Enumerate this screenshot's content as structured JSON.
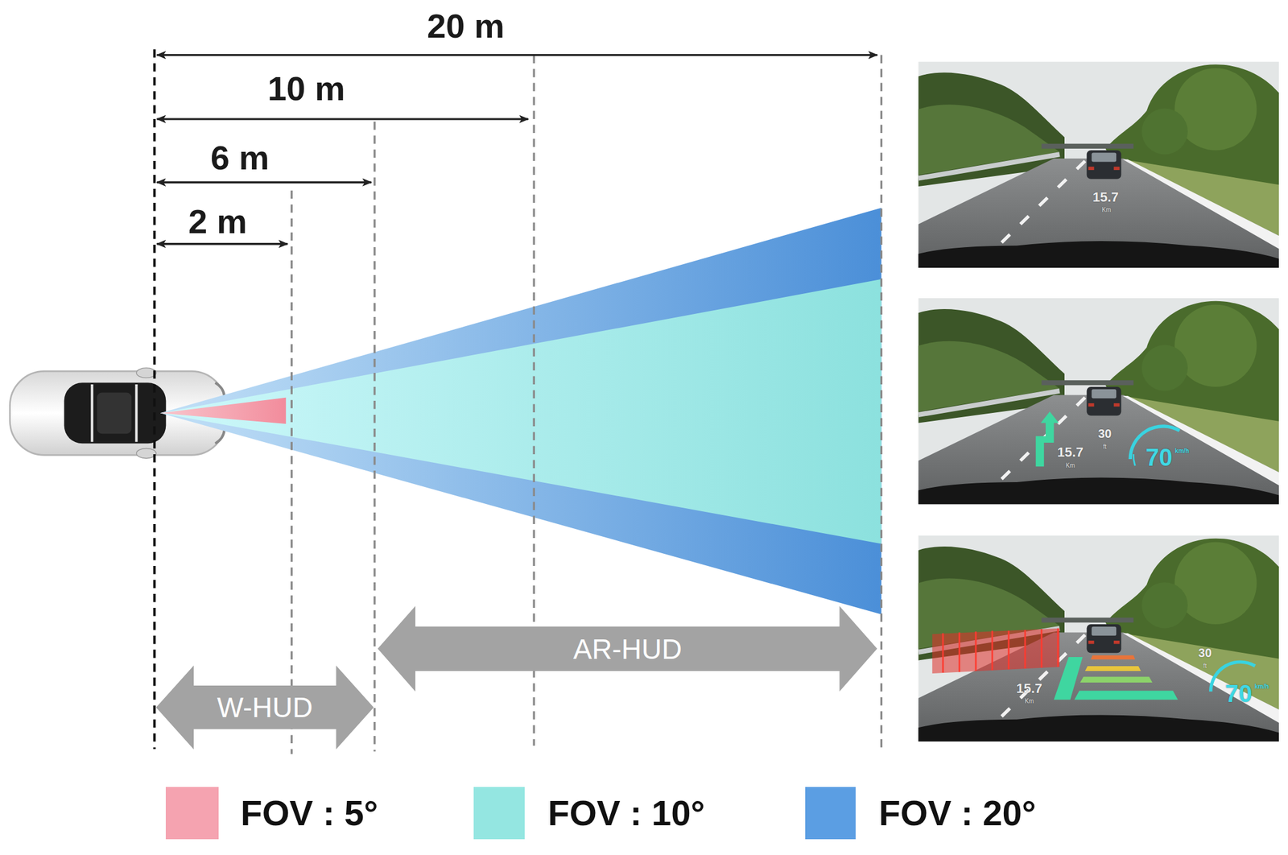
{
  "diagram": {
    "nodes": [
      {
        "text": [
          "W-HUD"
        ]
      },
      {
        "text": [
          "AR-HUD"
        ]
      }
    ],
    "labels": [
      "20 m",
      "10 m",
      "6 m",
      "2 m",
      "15.7",
      "Km",
      "30",
      "ft",
      "15.7",
      "Km",
      "70",
      "km/h",
      "30",
      "ft",
      "15.7",
      "Km",
      "70",
      "km/h"
    ],
    "legend": [
      {
        "text": "FOV : 5°",
        "color": "#f5a3b0"
      },
      {
        "text": "FOV : 10°",
        "color": "#94e6e1"
      },
      {
        "text": "FOV : 20°",
        "color": "#5b9ee3"
      }
    ]
  }
}
